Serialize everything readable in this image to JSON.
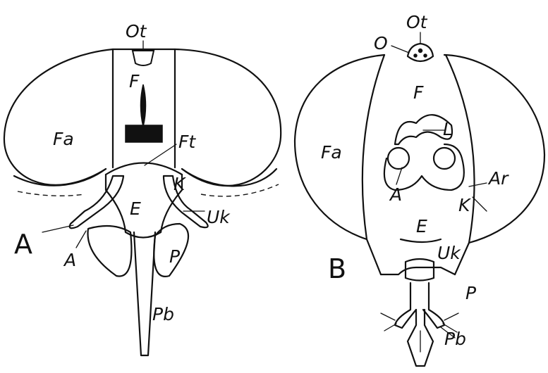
{
  "panel_a": {
    "letter": "A",
    "labels": {
      "ot": "Ot",
      "f": "F",
      "fa": "Fa",
      "ft": "Ft",
      "k": "K",
      "e": "E",
      "uk": "Uk",
      "a": "A",
      "p": "P",
      "pb": "Pb"
    }
  },
  "panel_b": {
    "letter": "B",
    "labels": {
      "ot": "Ot",
      "o": "O",
      "f": "F",
      "l": "L",
      "fa": "Fa",
      "ar": "Ar",
      "a": "A",
      "k": "K",
      "e": "E",
      "uk": "Uk",
      "p": "P",
      "pb": "Pb"
    }
  }
}
